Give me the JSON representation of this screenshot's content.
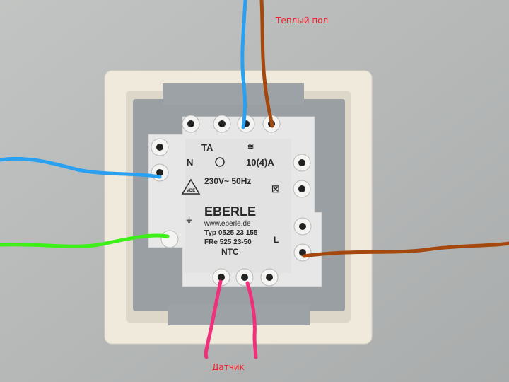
{
  "annotations": {
    "floor_heating_label": "Теплый пол",
    "sensor_label": "Датчик"
  },
  "device": {
    "brand": "EBERLE",
    "website": "www.eberle.de",
    "type_code": "Typ 0525 23 155",
    "fre_code": "FRe 525 23-50",
    "voltage": "230V~ 50Hz",
    "current": "10(4)A",
    "ta_label": "TA",
    "n_label": "N",
    "l_label": "L",
    "ntc_label": "NTC",
    "vde_mark": "VDE"
  },
  "colors": {
    "blue_wire": "#2aa0f0",
    "brown_wire": "#a4480e",
    "green_wire": "#3cf018",
    "pink_wire": "#f0307a",
    "label_red": "#f0202a"
  }
}
